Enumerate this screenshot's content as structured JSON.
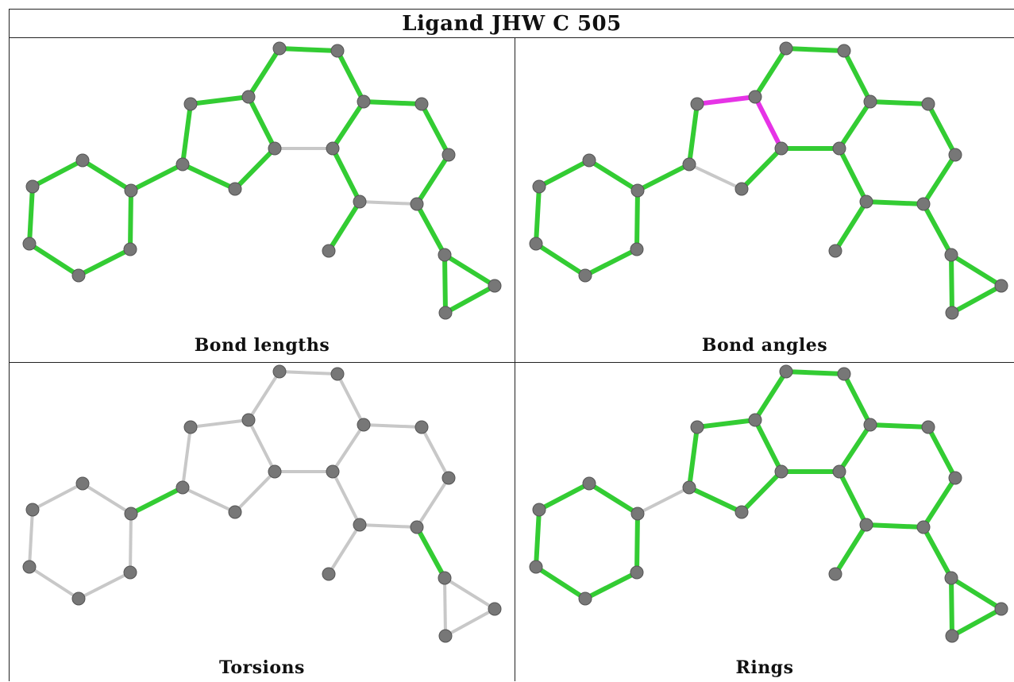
{
  "title": "Ligand JHW C 505",
  "colors": {
    "good": "#33cc33",
    "outlier": "#e633e6",
    "neutral": "#c8c8c8",
    "atom": "#777777"
  },
  "panels": [
    {
      "caption": "Bond lengths",
      "bonds": [
        "good",
        "good",
        "good",
        "good",
        "good",
        "good",
        "good",
        "good",
        "good",
        "good",
        "good",
        "good",
        "good",
        "neutral",
        "outlier",
        "good",
        "good",
        "good",
        "good",
        "good",
        "good",
        "neutral",
        "good",
        "good",
        "good",
        "good",
        "good",
        "good",
        "neutral",
        "neutral",
        "good"
      ]
    },
    {
      "caption": "Bond angles",
      "bonds": [
        "good",
        "good",
        "good",
        "good",
        "good",
        "good",
        "good",
        "good",
        "outlier",
        "outlier",
        "good",
        "neutral",
        "good",
        "good",
        "good",
        "good",
        "good",
        "good",
        "good",
        "good",
        "good",
        "good",
        "good",
        "good",
        "good",
        "good",
        "good",
        "neutral",
        "good",
        "good",
        "good"
      ]
    },
    {
      "caption": "Torsions",
      "bonds": [
        "neutral",
        "neutral",
        "neutral",
        "neutral",
        "neutral",
        "neutral",
        "good",
        "neutral",
        "neutral",
        "neutral",
        "neutral",
        "neutral",
        "neutral",
        "neutral",
        "neutral",
        "neutral",
        "neutral",
        "neutral",
        "neutral",
        "neutral",
        "neutral",
        "neutral",
        "neutral",
        "neutral",
        "neutral",
        "neutral",
        "neutral",
        "neutral",
        "good",
        "neutral",
        "neutral"
      ]
    },
    {
      "caption": "Rings",
      "bonds": [
        "good",
        "good",
        "good",
        "good",
        "good",
        "good",
        "neutral",
        "good",
        "good",
        "good",
        "good",
        "good",
        "good",
        "good",
        "good",
        "good",
        "good",
        "good",
        "good",
        "good",
        "good",
        "good",
        "good",
        "good",
        "good",
        "good",
        "good",
        "neutral",
        "neutral",
        "good",
        "good"
      ]
    }
  ]
}
